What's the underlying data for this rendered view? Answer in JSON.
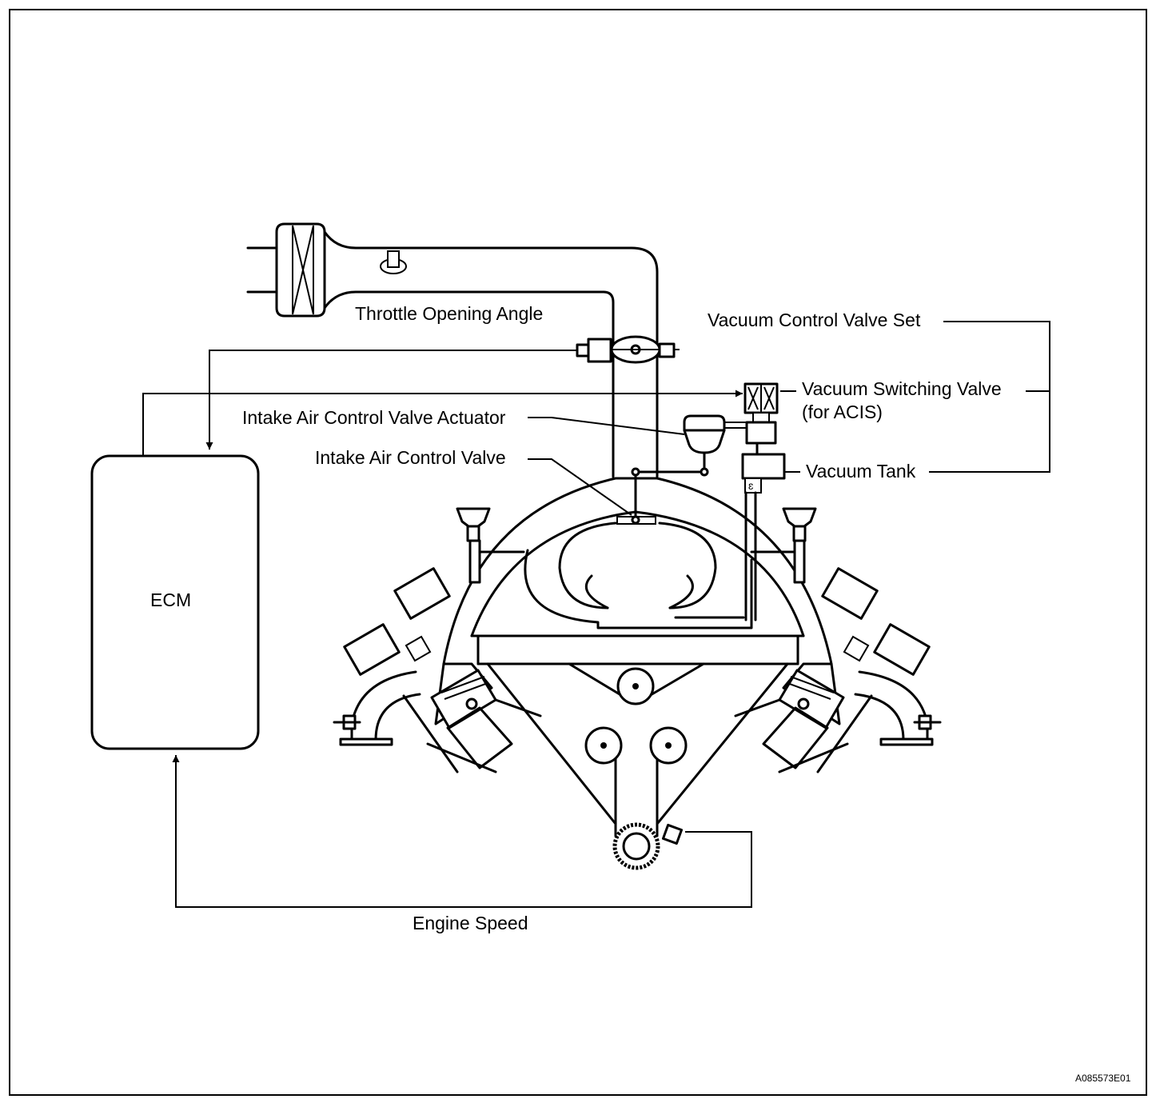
{
  "labels": {
    "throttle_opening_angle": "Throttle Opening Angle",
    "vacuum_control_valve_set": "Vacuum Control Valve Set",
    "vacuum_switching_valve_line1": "Vacuum Switching Valve",
    "vacuum_switching_valve_line2": "(for ACIS)",
    "intake_air_control_valve_actuator": "Intake Air Control Valve Actuator",
    "intake_air_control_valve": "Intake Air Control Valve",
    "vacuum_tank": "Vacuum Tank",
    "ecm": "ECM",
    "engine_speed": "Engine Speed"
  },
  "figure_code": "A085573E01",
  "colors": {
    "line": "#000000",
    "background": "#ffffff"
  }
}
